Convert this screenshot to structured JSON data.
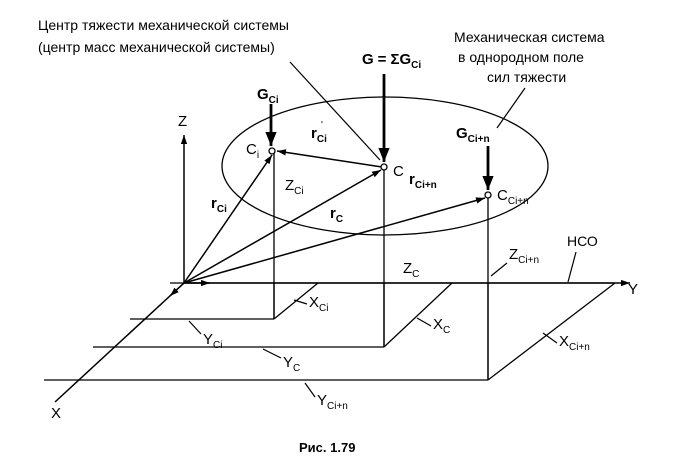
{
  "annotations": {
    "center_title_line1": "Центр тяжести механической системы",
    "center_title_line2": "(центр масс механической системы)",
    "system_line1": "Механическая система",
    "system_line2": "в однородном поле",
    "system_line3": "сил тяжести"
  },
  "axes": {
    "x": "X",
    "y": "Y",
    "z": "Z",
    "frame": "НСО"
  },
  "formula": {
    "lhs": "G",
    "eq": "=",
    "sigma": "Σ",
    "rhs": "G",
    "rhs_sub": "Ci"
  },
  "labels": {
    "G_ci": {
      "main": "G",
      "sub": "Ci"
    },
    "G_cin": {
      "main": "G",
      "sub": "Ci+n"
    },
    "C_i": {
      "main": "C",
      "sub": "i"
    },
    "C": {
      "main": "C"
    },
    "C_cin": {
      "main": "C",
      "sub": "Ci+n"
    },
    "r_ci_top": {
      "main": "r",
      "sub": "Ci"
    },
    "r_ci_left": {
      "main": "r",
      "sub": "Ci"
    },
    "r_c": {
      "main": "r",
      "sub": "C"
    },
    "r_cin": {
      "main": "r",
      "sub": "Ci+n"
    },
    "z_ci": {
      "main": "Z",
      "sub": "Ci"
    },
    "z_c": {
      "main": "Z",
      "sub": "C"
    },
    "z_cin": {
      "main": "Z",
      "sub": "Ci+n"
    },
    "x_ci": {
      "main": "X",
      "sub": "Ci"
    },
    "x_c": {
      "main": "X",
      "sub": "C"
    },
    "x_cin": {
      "main": "X",
      "sub": "Ci+n"
    },
    "y_ci": {
      "main": "Y",
      "sub": "Ci"
    },
    "y_c": {
      "main": "Y",
      "sub": "C"
    },
    "y_cin": {
      "main": "Y",
      "sub": "Ci+n"
    }
  },
  "caption": "Рис. 1.79"
}
